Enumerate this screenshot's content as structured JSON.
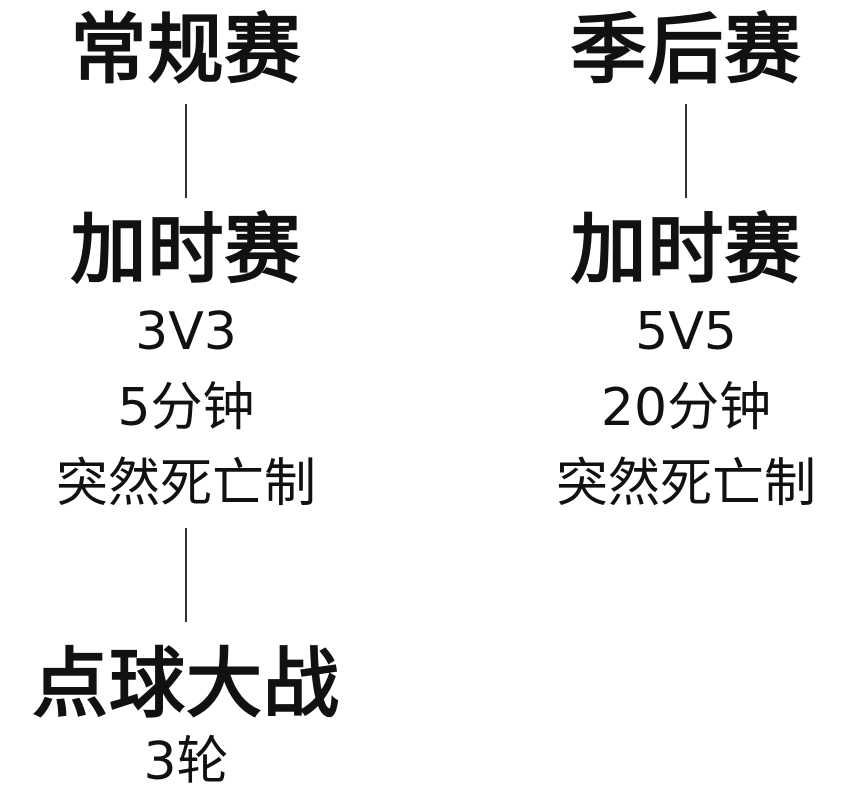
{
  "regular_season": {
    "title": "常规赛",
    "overtime": {
      "title": "加时赛",
      "format": "3V3",
      "duration": "5分钟",
      "rule": "突然死亡制"
    },
    "shootout": {
      "title": "点球大战",
      "rounds": "3轮"
    }
  },
  "playoffs": {
    "title": "季后赛",
    "overtime": {
      "title": "加时赛",
      "format": "5V5",
      "duration": "20分钟",
      "rule": "突然死亡制"
    }
  }
}
